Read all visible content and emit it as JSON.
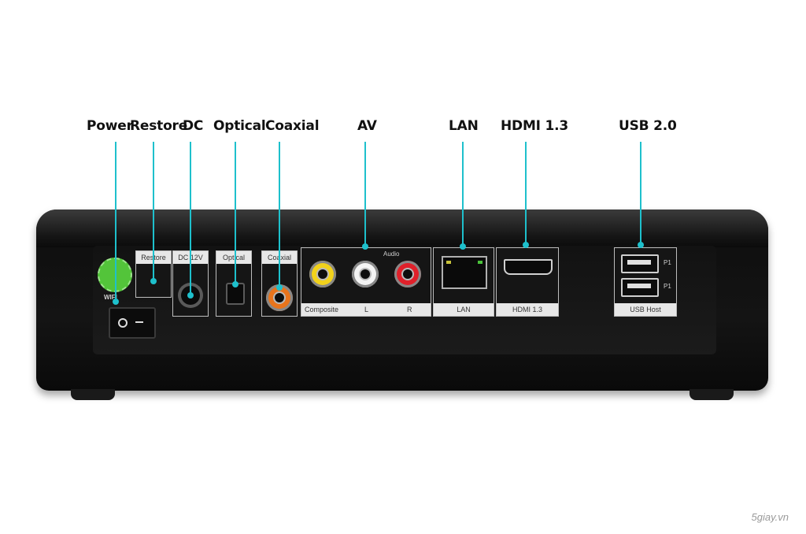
{
  "callouts": [
    {
      "name": "power",
      "label": "Power"
    },
    {
      "name": "restore",
      "label": "Restore"
    },
    {
      "name": "dc",
      "label": "DC"
    },
    {
      "name": "optical",
      "label": "Optical"
    },
    {
      "name": "coaxial",
      "label": "Coaxial"
    },
    {
      "name": "av",
      "label": "AV"
    },
    {
      "name": "lan",
      "label": "LAN"
    },
    {
      "name": "hdmi",
      "label": "HDMI 1.3"
    },
    {
      "name": "usb",
      "label": "USB 2.0"
    }
  ],
  "panel_labels": {
    "restore": "Restore",
    "dc": "DC 12V",
    "optical": "Optical",
    "coaxial": "Coaxial",
    "audio": "Audio",
    "composite": "Composite",
    "left": "L",
    "right": "R",
    "lan": "LAN",
    "hdmi": "HDMI 1.3",
    "usb_host": "USB Host",
    "p1_top": "P1",
    "p1_bottom": "P1",
    "wifi": "WIFI"
  },
  "watermark": "5giay.vn",
  "colors": {
    "leader": "#1ec0cc",
    "rca_composite": "#f2d21b",
    "rca_left": "#f4f4f4",
    "rca_right": "#e0202a",
    "rca_coaxial": "#e8741c",
    "wifi_badge": "#53c43a"
  }
}
